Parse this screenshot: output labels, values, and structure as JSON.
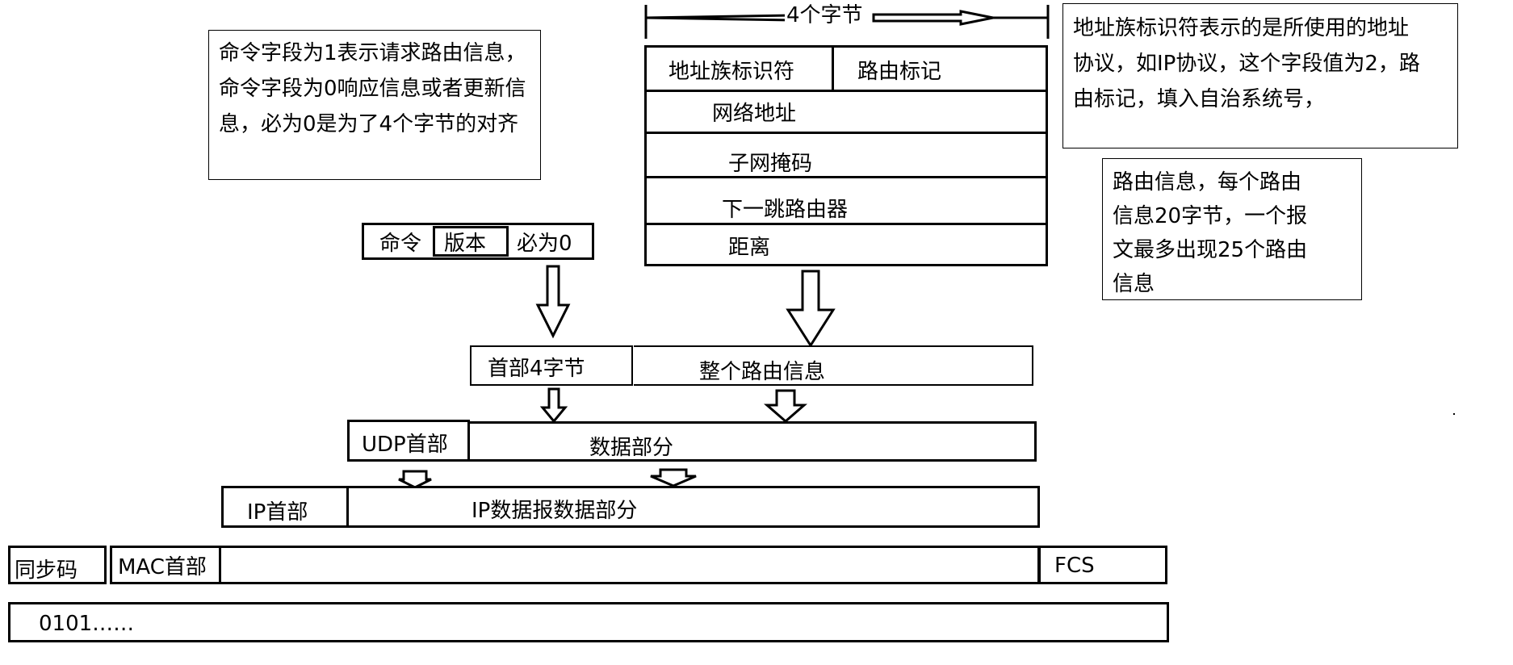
{
  "header": {
    "four_bytes": "4个字节"
  },
  "notes": {
    "command": [
      "命令字段为1表示请求路由信息，",
      "命令字段为0响应信息或者更新信",
      "息，必为0是为了4个字节的对齐"
    ],
    "family": [
      "地址族标识符表示的是所使用的地址",
      "协议，如IP协议，这个字段值为2，路",
      "由标记，填入自治系统号，"
    ],
    "route_info": [
      "路由信息，每个路由",
      "信息20字节，一个报",
      "文最多出现25个路由",
      "信息"
    ]
  },
  "route_entry": {
    "family_id": "地址族标识符",
    "route_tag": "路由标记",
    "network_address": "网络地址",
    "subnet_mask": "子网掩码",
    "next_hop": "下一跳路由器",
    "distance": "距离"
  },
  "rip_header": {
    "command": "命令",
    "version": "版本",
    "must_zero": "必为0"
  },
  "rip_message": {
    "header": "首部4字节",
    "routes": "整个路由信息"
  },
  "udp": {
    "header": "UDP首部",
    "data": "数据部分"
  },
  "ip": {
    "header": "IP首部",
    "data": "IP数据报数据部分"
  },
  "mac": {
    "sync": "同步码",
    "header": "MAC首部",
    "fcs": "FCS"
  },
  "bits": {
    "value": "0101……"
  }
}
